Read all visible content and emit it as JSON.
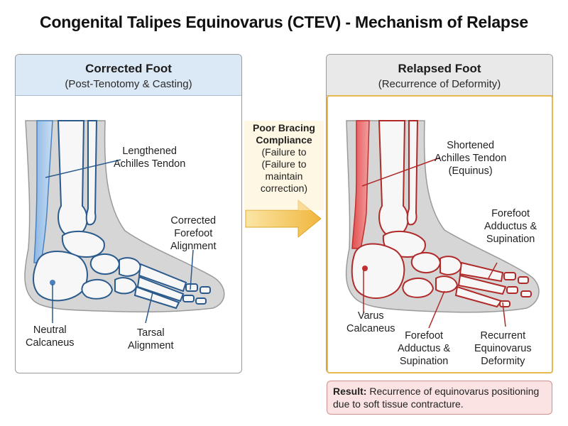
{
  "title": "Congenital Talipes Equinovarus (CTEV) - Mechanism of Relapse",
  "left_panel": {
    "heading": "Corrected Foot",
    "subheading": "(Post-Tenotomy & Casting)",
    "labels": {
      "tendon": [
        "Lengthened",
        "Achilles Tendon"
      ],
      "forefoot": [
        "Corrected",
        "Forefoot",
        "Alignment"
      ],
      "calcaneus": [
        "Neutral",
        "Calcaneus"
      ],
      "tarsal": [
        "Tarsal",
        "Alignment"
      ]
    }
  },
  "arrow": {
    "heading_lines": [
      "Poor Bracing",
      "Compliance"
    ],
    "body_lines": [
      "(Failure to",
      "(Failure to",
      "maintain",
      "correction)"
    ]
  },
  "right_panel": {
    "heading": "Relapsed Foot",
    "subheading": "(Recurrence of Deformity)",
    "labels": {
      "tendon": [
        "Shortened",
        "Achilles Tendon",
        "(Equinus)"
      ],
      "forefoot_upper": [
        "Forefoot",
        "Adductus &",
        "Supination"
      ],
      "calcaneus": [
        "Varus",
        "Calcaneus"
      ],
      "forefoot_lower": [
        "Forefoot",
        "Adductus &",
        "Supination"
      ],
      "deformity": [
        "Recurrent",
        "Equinovarus",
        "Deformity"
      ]
    }
  },
  "result": {
    "label": "Result:",
    "text": "Recurrence of equinovarus positioning due to soft tissue contracture."
  },
  "colors": {
    "corrected_accent": "#5b93cf",
    "relapsed_accent": "#d83a3a",
    "arrow": "#f0b63c",
    "highlight_frame": "#e6b84e",
    "result_bg": "#fbe3e3"
  }
}
